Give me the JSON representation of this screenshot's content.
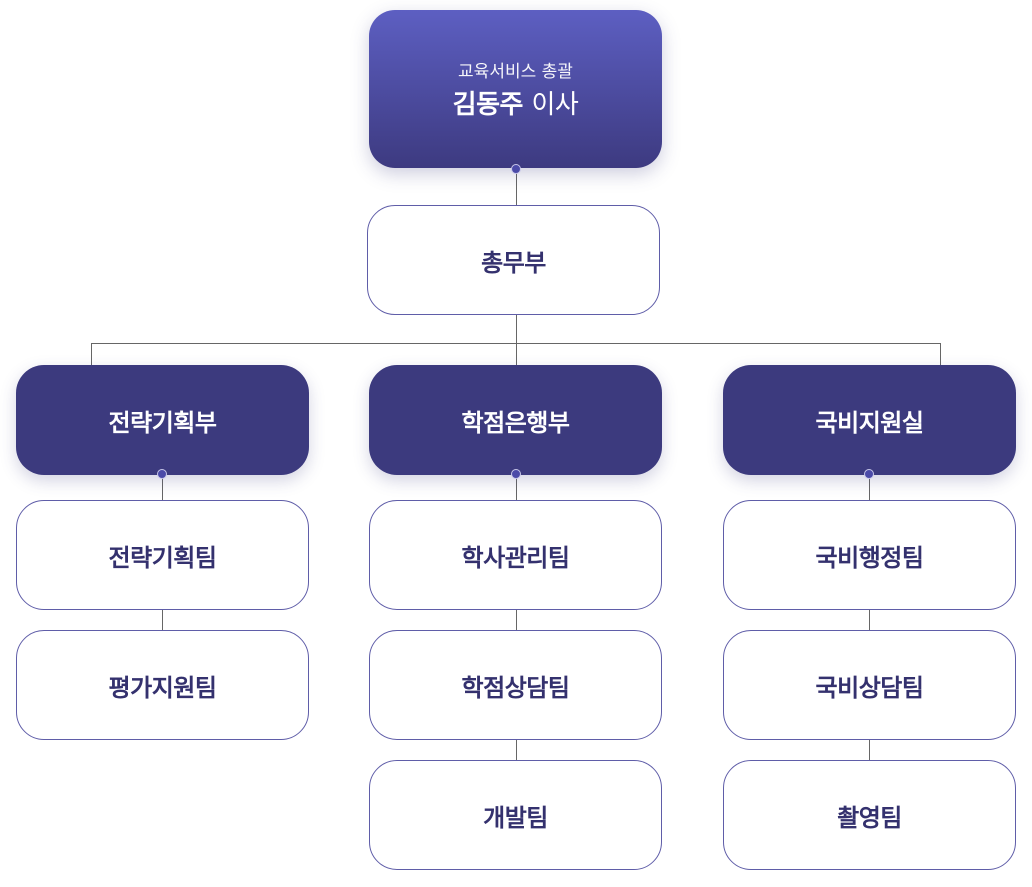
{
  "top": {
    "subtitle": "교육서비스 총괄",
    "name": "김동주",
    "title": "이사"
  },
  "general": {
    "label": "총무부"
  },
  "departments": [
    {
      "label": "전략기획부",
      "teams": [
        "전략기획팀",
        "평가지원팀"
      ]
    },
    {
      "label": "학점은행부",
      "teams": [
        "학사관리팀",
        "학점상담팀",
        "개발팀"
      ]
    },
    {
      "label": "국비지원실",
      "teams": [
        "국비행정팀",
        "국비상담팀",
        "촬영팀"
      ]
    }
  ],
  "colors": {
    "dark": "#3c3a7e",
    "gradient_top": "#5d5fc2",
    "border": "#5f5da8",
    "text": "#34316e"
  }
}
